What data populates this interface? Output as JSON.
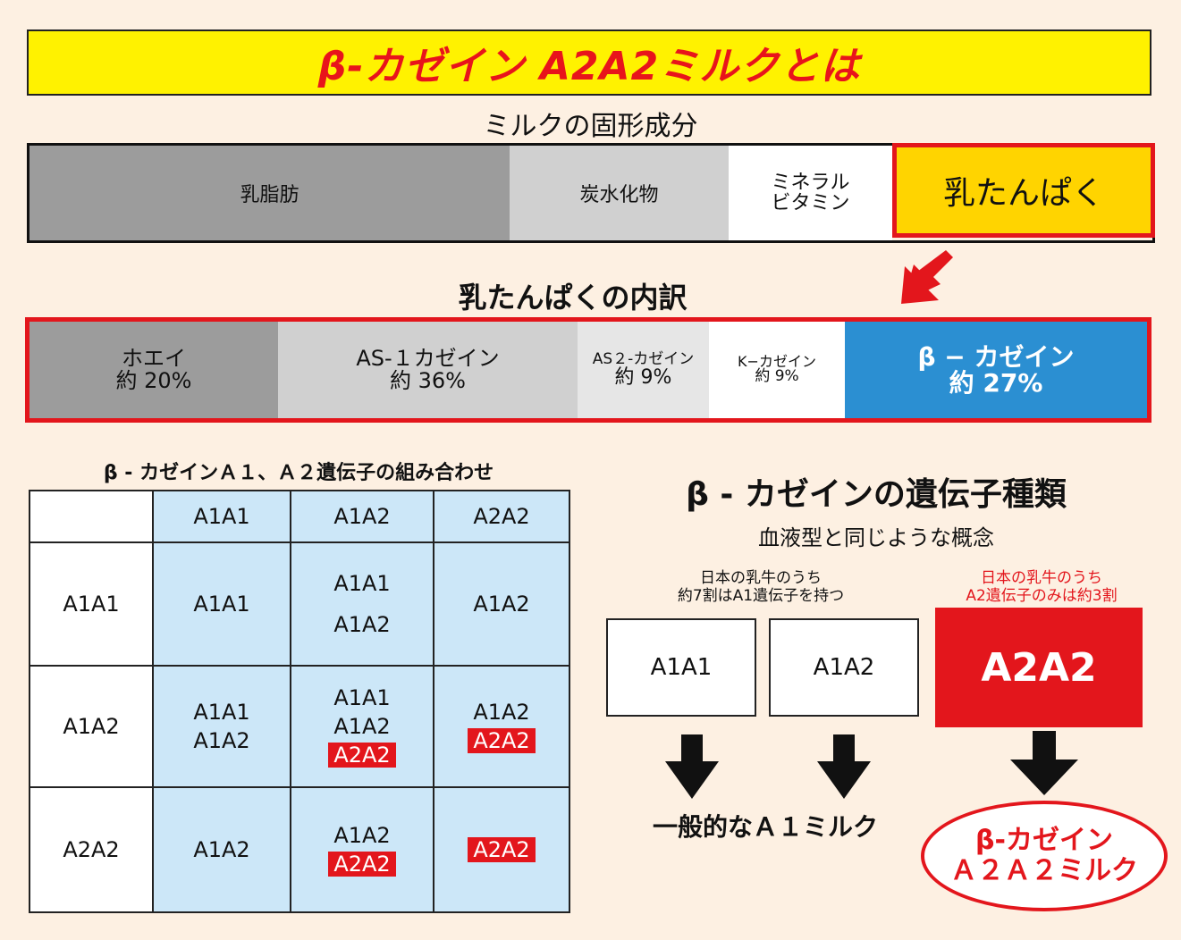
{
  "title": "β-カゼイン A2A2ミルクとは",
  "milk_solids": {
    "heading": "ミルクの固形成分",
    "segments": [
      {
        "label": "乳脂肪"
      },
      {
        "label": "炭水化物"
      },
      {
        "label": "ミネラル\nビタミン"
      },
      {
        "label": "乳たんぱく"
      }
    ]
  },
  "protein_breakdown": {
    "heading": "乳たんぱくの内訳",
    "segments": [
      {
        "name": "ホエイ",
        "pct": "約 20%"
      },
      {
        "name": "AS-１カゼイン",
        "pct": "約 36%"
      },
      {
        "name": "AS２-カゼイン",
        "pct": "約 9%"
      },
      {
        "name": "K−カゼイン",
        "pct": "約 9%"
      },
      {
        "name": "β − カゼイン",
        "pct": "約 27%"
      }
    ]
  },
  "punnett": {
    "title": "β - カゼインＡ１、Ａ２遺伝子の組み合わせ",
    "col_headers": [
      "A1A1",
      "A1A2",
      "A2A2"
    ],
    "row_headers": [
      "A1A1",
      "A1A2",
      "A2A2"
    ],
    "cells": [
      [
        [
          "A1A1"
        ],
        [
          "A1A1",
          "A1A2"
        ],
        [
          "A1A2"
        ]
      ],
      [
        [
          "A1A1",
          "A1A2"
        ],
        [
          "A1A1",
          "A1A2",
          "A2A2"
        ],
        [
          "A1A2",
          "A2A2"
        ]
      ],
      [
        [
          "A1A2"
        ],
        [
          "A1A2",
          "A2A2"
        ],
        [
          "A2A2"
        ]
      ]
    ],
    "highlight": "A2A2"
  },
  "gene_types": {
    "heading": "β - カゼインの遺伝子種類",
    "subheading": "血液型と同じような概念",
    "note_left": "日本の乳牛のうち\n約7割はA1遺伝子を持つ",
    "note_right": "日本の乳牛のうち\nA2遺伝子のみは約3割",
    "boxes": [
      "A1A1",
      "A1A2",
      "A2A2"
    ],
    "result_left": "一般的なＡ１ミルク",
    "result_right": "β-カゼイン\nＡ２Ａ２ミルク"
  },
  "colors": {
    "accent_red": "#e3161c",
    "title_yellow": "#fff200",
    "protein_yellow": "#ffd400",
    "beta_blue": "#2b8fd2",
    "table_blue": "#cce7f8"
  }
}
